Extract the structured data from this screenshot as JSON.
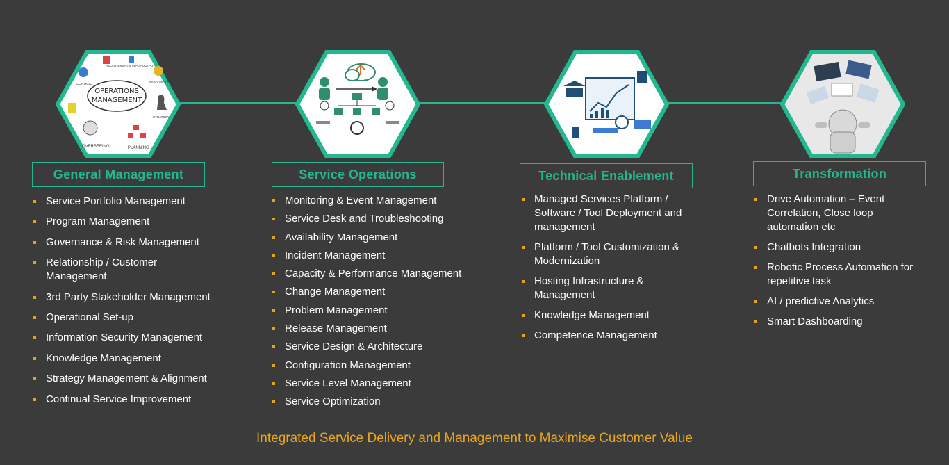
{
  "colors": {
    "background": "#3b3b3b",
    "accent": "#23b890",
    "bullet": "#e6a41e",
    "footer": "#e9a71f"
  },
  "columns": [
    {
      "title": "General Management",
      "image_icon": "operations-management-sketch-icon",
      "image_text": {
        "main": "OPERATIONS MANAGEMENT",
        "labels": [
          "REQUIREMENTS",
          "INPUT-OUTPUT",
          "RESOURCES",
          "STRATEGY",
          "PLANNING",
          "OVERSEEING",
          "CONTROL"
        ]
      },
      "items": [
        "Service Portfolio Management",
        "Program Management",
        "Governance & Risk Management",
        "Relationship / Customer Management",
        "3rd Party Stakeholder Management",
        "Operational Set-up",
        "Information Security Management",
        "Knowledge Management",
        "Strategy Management & Alignment",
        "Continual Service Improvement"
      ]
    },
    {
      "title": "Service Operations",
      "image_icon": "cloud-workflow-icon",
      "items": [
        "Monitoring & Event Management",
        "Service Desk and Troubleshooting",
        "Availability Management",
        "Incident Management",
        "Capacity & Performance Management",
        "Change Management",
        "Problem Management",
        "Release Management",
        "Service Design & Architecture",
        "Configuration Management",
        "Service Level Management",
        "Service Optimization"
      ]
    },
    {
      "title": "Technical Enablement",
      "image_icon": "tech-dashboard-icon",
      "items": [
        "Managed Services Platform / Software / Tool Deployment and management",
        "Platform / Tool Customization & Modernization",
        "Hosting Infrastructure & Management",
        "Knowledge Management",
        "Competence Management"
      ]
    },
    {
      "title": "Transformation",
      "image_icon": "robot-automation-icon",
      "items": [
        "Drive Automation – Event Correlation, Close loop automation etc",
        "Chatbots Integration",
        "Robotic Process Automation for repetitive task",
        "AI / predictive Analytics",
        "Smart Dashboarding"
      ]
    }
  ],
  "footer": "Integrated Service Delivery and Management to Maximise Customer Value"
}
